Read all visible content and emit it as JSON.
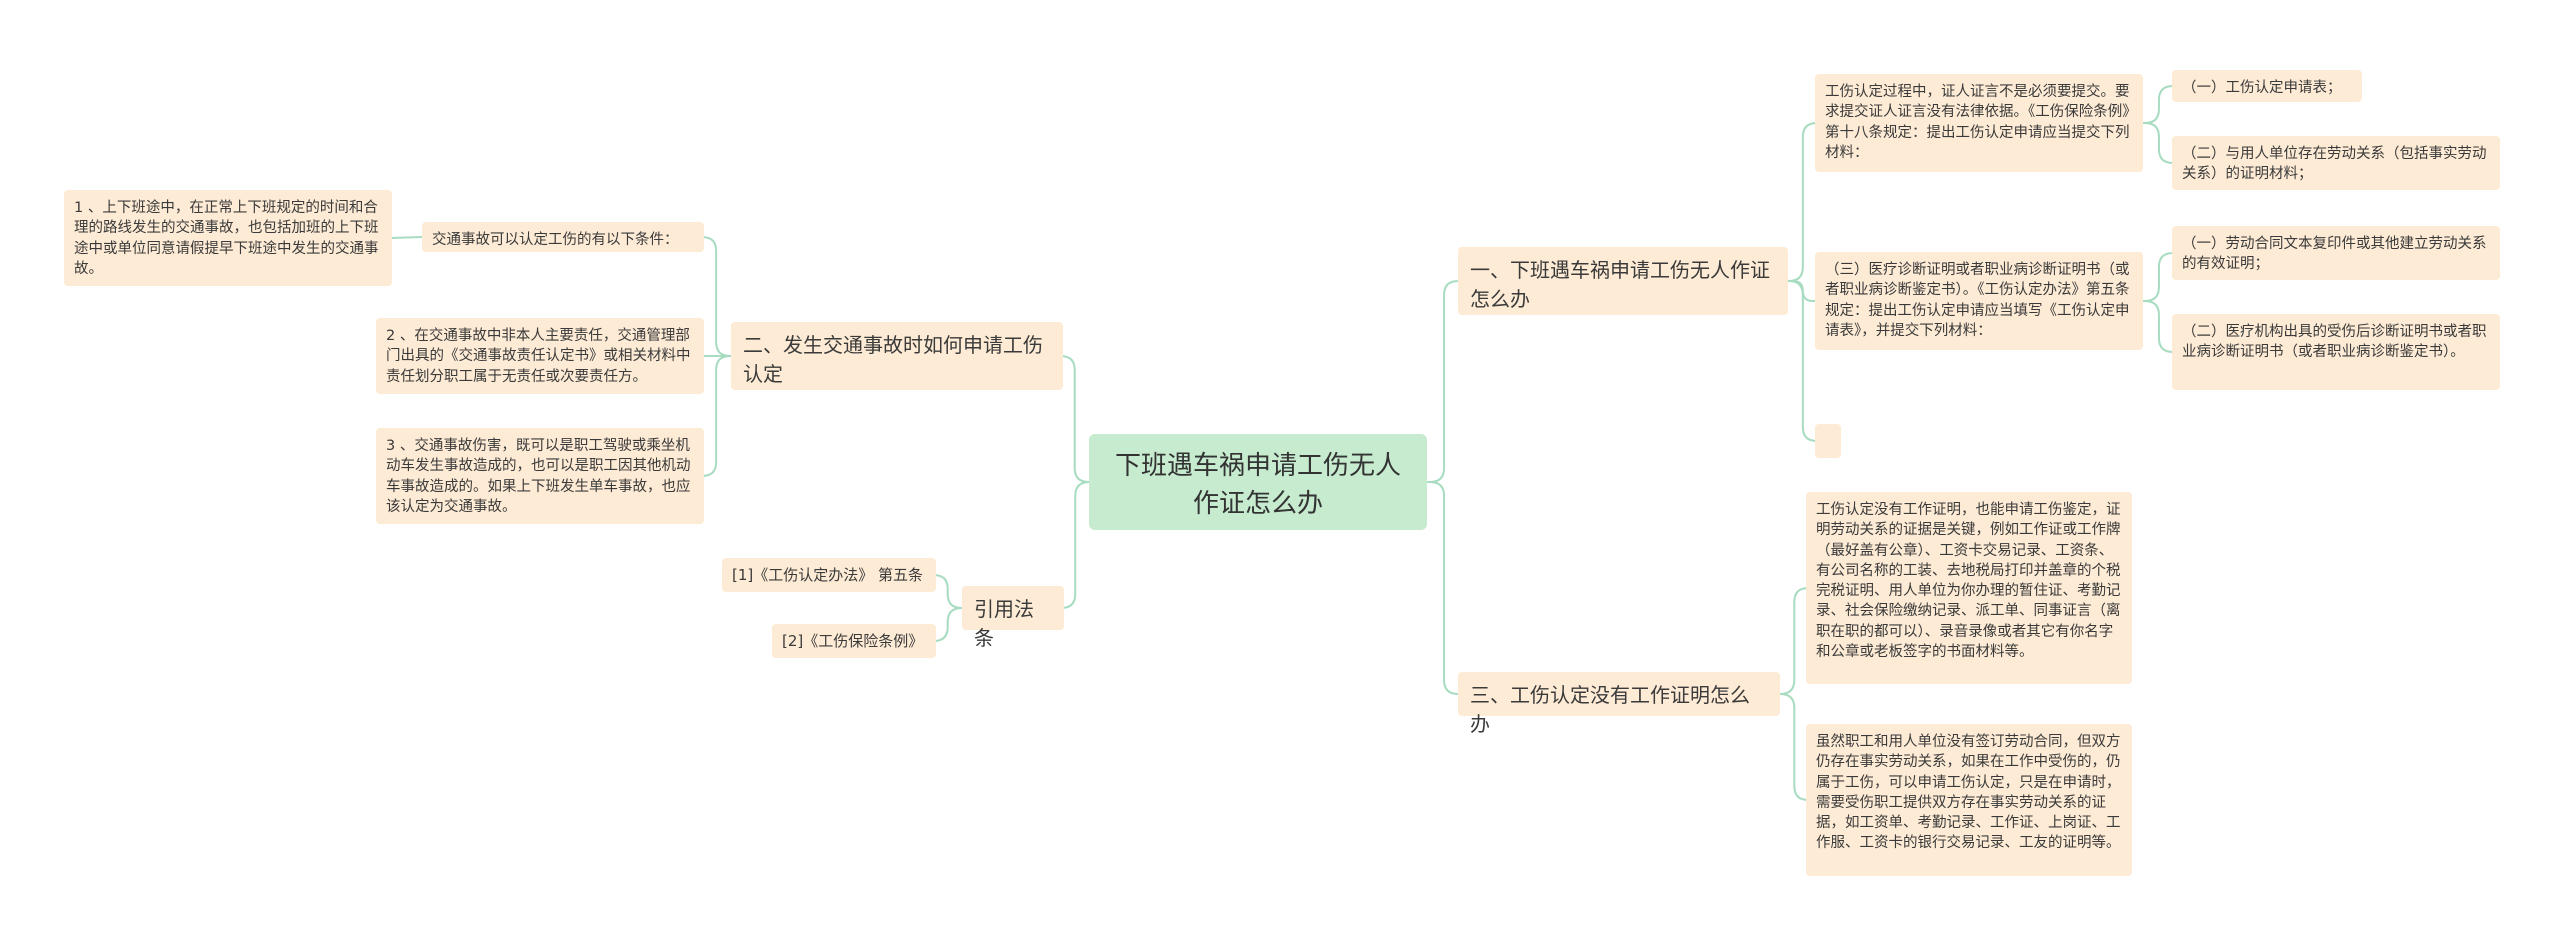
{
  "root": "下班遇车祸申请工伤无人作证怎么办",
  "right": {
    "branch1": {
      "title": "一、下班遇车祸申请工伤无人作证怎么办",
      "intro": "工伤认定过程中，证人证言不是必须要提交。要求提交证人证言没有法律依据。《工伤保险条例》第十八条规定：提出工伤认定申请应当提交下列材料：",
      "intro_items": [
        "（一）工伤认定申请表；",
        "（二）与用人单位存在劳动关系（包括事实劳动关系）的证明材料；"
      ],
      "third": "（三）医疗诊断证明或者职业病诊断证明书（或者职业病诊断鉴定书）。《工伤认定办法》第五条规定：提出工伤认定申请应当填写《工伤认定申请表》，并提交下列材料：",
      "third_items": [
        "（一）劳动合同文本复印件或其他建立劳动关系的有效证明；",
        "（二）医疗机构出具的受伤后诊断证明书或者职业病诊断证明书（或者职业病诊断鉴定书）。"
      ],
      "empty": ""
    },
    "branch3": {
      "title": "三、工伤认定没有工作证明怎么办",
      "p1": "工伤认定没有工作证明，也能申请工伤鉴定，证明劳动关系的证据是关键，例如工作证或工作牌（最好盖有公章）、工资卡交易记录、工资条、有公司名称的工装、去地税局打印并盖章的个税完税证明、用人单位为你办理的暂住证、考勤记录、社会保险缴纳记录、派工单、同事证言（离职在职的都可以）、录音录像或者其它有你名字和公章或老板签字的书面材料等。",
      "p2": "虽然职工和用人单位没有签订劳动合同，但双方仍存在事实劳动关系，如果在工作中受伤的，仍属于工伤，可以申请工伤认定，只是在申请时，需要受伤职工提供双方存在事实劳动关系的证据，如工资单、考勤记录、工作证、上岗证、工作服、工资卡的银行交易记录、工友的证明等。"
    }
  },
  "left": {
    "branch2": {
      "title": "二、发生交通事故时如何申请工伤认定",
      "cond_label": "交通事故可以认定工伤的有以下条件：",
      "cond1": "1 、上下班途中，在正常上下班规定的时间和合理的路线发生的交通事故，也包括加班的上下班途中或单位同意请假提早下班途中发生的交通事故。",
      "cond2": "2 、在交通事故中非本人主要责任，交通管理部门出具的《交通事故责任认定书》或相关材料中责任划分职工属于无责任或次要责任方。",
      "cond3": "3 、交通事故伤害，既可以是职工驾驶或乘坐机动车发生事故造成的，也可以是职工因其他机动车事故造成的。如果上下班发生单车事故，也应该认定为交通事故。"
    },
    "refs": {
      "title": "引用法条",
      "items": [
        "[1]《工伤认定办法》 第五条",
        "[2]《工伤保险条例》"
      ]
    }
  },
  "colors": {
    "node_fill": "#fdebd5",
    "root_fill": "#c6ebcf",
    "link": "#a8dcc0"
  }
}
